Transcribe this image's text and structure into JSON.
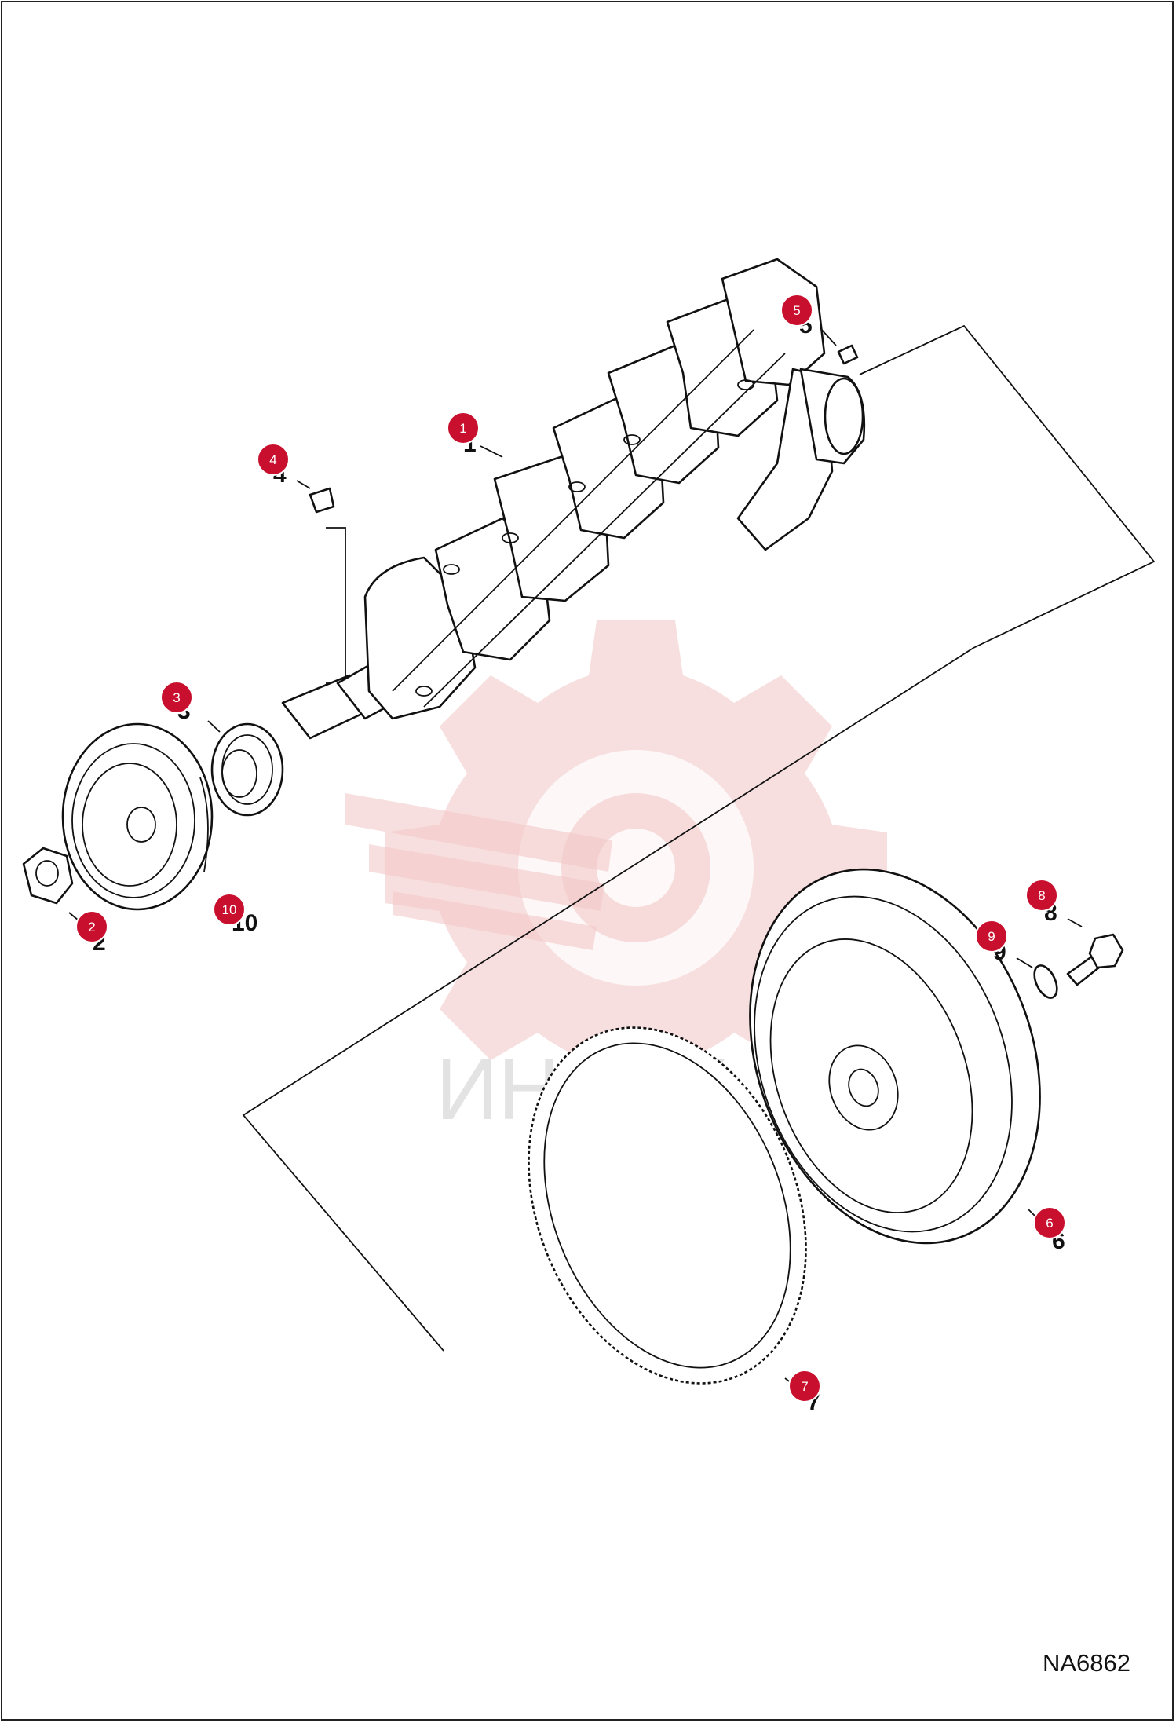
{
  "watermark_text": "ИНТЕХ",
  "drawing_code": "NA6862",
  "parts": [
    {
      "id": "crankshaft",
      "number": "1",
      "marker": "1",
      "icon": "crankshaft-icon"
    },
    {
      "id": "nut",
      "number": "2",
      "marker": "2",
      "icon": "hex-nut-icon"
    },
    {
      "id": "gear",
      "number": "3",
      "marker": "3",
      "icon": "gear-icon"
    },
    {
      "id": "key",
      "number": "4",
      "marker": "4",
      "icon": "key-icon"
    },
    {
      "id": "pin",
      "number": "5",
      "marker": "5",
      "icon": "pin-icon"
    },
    {
      "id": "flywheel",
      "number": "6",
      "marker": "6",
      "icon": "flywheel-icon"
    },
    {
      "id": "ring-gear",
      "number": "7",
      "marker": "7",
      "icon": "ring-gear-icon"
    },
    {
      "id": "bolt",
      "number": "8",
      "marker": "8",
      "icon": "bolt-icon"
    },
    {
      "id": "washer",
      "number": "9",
      "marker": "9",
      "icon": "washer-icon"
    },
    {
      "id": "pulley",
      "number": "10",
      "marker": "10",
      "icon": "pulley-icon"
    }
  ],
  "colors": {
    "marker": "#c8102e",
    "watermark": "#f2c5c5",
    "line": "#111111"
  }
}
